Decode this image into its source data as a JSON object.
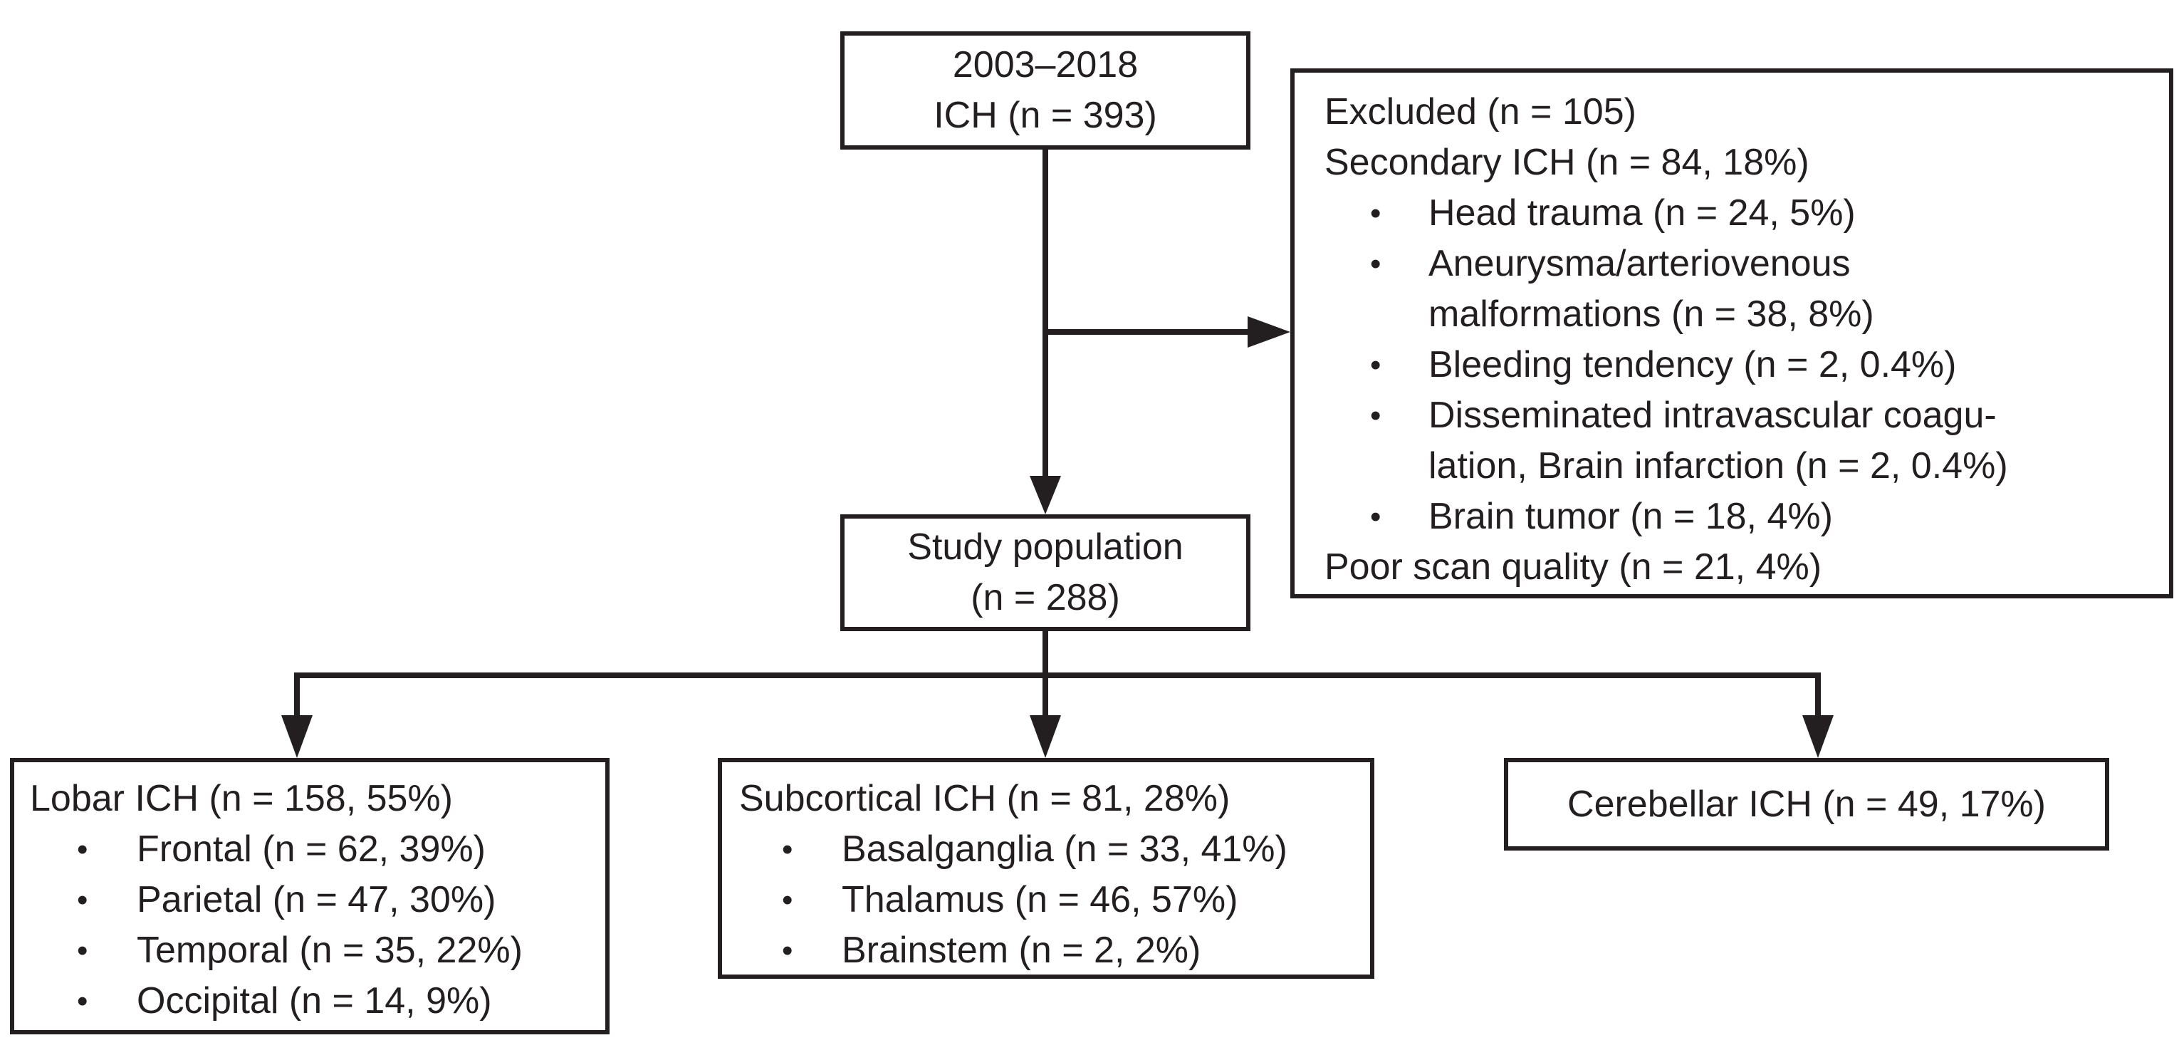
{
  "colors": {
    "ink": "#231f20",
    "background": "#ffffff"
  },
  "bullet_glyph": "•",
  "top_box": {
    "line1": "2003–2018",
    "line2": "ICH (n = 393)"
  },
  "excluded_box": {
    "title": "Excluded (n = 105)",
    "secondary": "Secondary ICH (n = 84, 18%)",
    "reasons": [
      {
        "lines": [
          "Head trauma (n = 24, 5%)"
        ]
      },
      {
        "lines": [
          "Aneurysma/arteriovenous",
          "malformations (n = 38, 8%)"
        ]
      },
      {
        "lines": [
          "Bleeding tendency (n = 2, 0.4%)"
        ]
      },
      {
        "lines": [
          "Disseminated intravascular coagu-",
          "lation, Brain infarction (n = 2, 0.4%)"
        ]
      },
      {
        "lines": [
          "Brain tumor (n = 18, 4%)"
        ]
      }
    ],
    "poor_scan": "Poor scan quality (n = 21, 4%)"
  },
  "study_box": {
    "line1": "Study population",
    "line2": "(n = 288)"
  },
  "lobar_box": {
    "title": "Lobar ICH (n = 158, 55%)",
    "items": [
      "Frontal (n = 62, 39%)",
      "Parietal (n = 47, 30%)",
      "Temporal (n = 35, 22%)",
      "Occipital (n = 14, 9%)"
    ]
  },
  "subcortical_box": {
    "title": "Subcortical ICH (n = 81, 28%)",
    "items": [
      "Basalganglia (n = 33, 41%)",
      "Thalamus (n = 46, 57%)",
      "Brainstem (n = 2, 2%)"
    ]
  },
  "cerebellar_box": {
    "title": "Cerebellar ICH (n = 49, 17%)"
  }
}
